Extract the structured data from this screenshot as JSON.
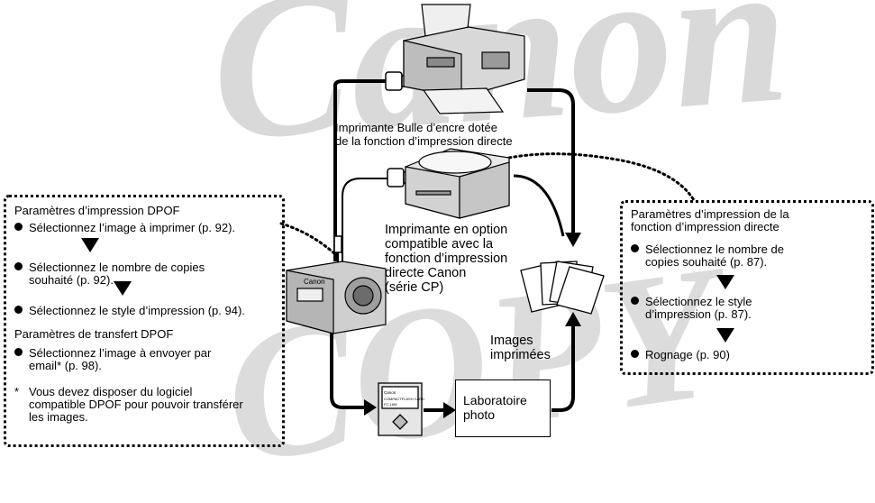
{
  "watermark": {
    "top": "Canon",
    "bottom": "COPY"
  },
  "printer_inkjet_label": [
    "Imprimante Bulle d’encre dotée",
    "de la fonction d’impression directe"
  ],
  "printer_cp_label": [
    "Imprimante en option",
    "compatible avec la",
    "fonction d’impression",
    "directe Canon",
    "(série CP)"
  ],
  "printed_images_label": [
    "Images",
    "imprimées"
  ],
  "photo_lab_label": [
    "Laboratoire",
    "photo"
  ],
  "camera_brand": "Canon",
  "card_label": [
    "Canon",
    "COMPACTFLASH CARD",
    "FC-16M"
  ],
  "left_box": {
    "dpof_print_title": "Paramètres d’impression DPOF",
    "dpof_print_steps": [
      "Sélectionnez l’image à imprimer (p. 92).",
      "Sélectionnez le nombre de copies",
      "souhaité (p. 92).",
      "Sélectionnez le style d’impression (p. 94)."
    ],
    "dpof_transfer_title": "Paramètres de transfert DPOF",
    "dpof_transfer_steps": [
      "Sélectionnez l’image à envoyer par",
      "email* (p. 98)."
    ],
    "footnote_mark": "*",
    "footnote": [
      "Vous devez disposer du logiciel",
      "compatible DPOF pour pouvoir transférer",
      "les images."
    ]
  },
  "right_box": {
    "title": [
      "Paramètres d’impression de la",
      "fonction d’impression directe"
    ],
    "steps": [
      [
        "Sélectionnez le nombre de",
        "copies souhaité (p. 87)."
      ],
      [
        "Sélectionnez le style",
        "d’impression (p. 87)."
      ],
      [
        "Rognage (p. 90)"
      ]
    ]
  }
}
